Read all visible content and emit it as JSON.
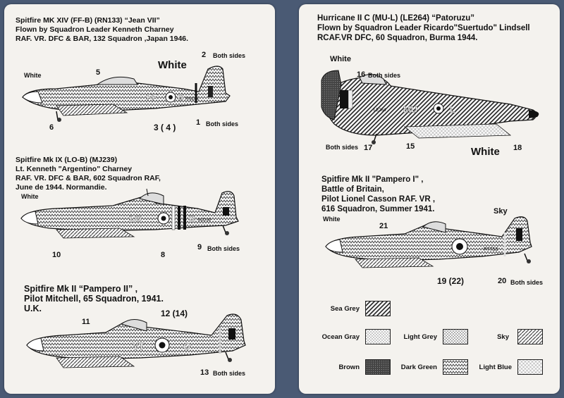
{
  "left_page": {
    "plane1": {
      "title_lines": [
        "Spitfire MK XIV (FF-B) (RN133) “Jean VII”",
        "Flown by Squadron Leader Kenneth Charney",
        "RAF. VR. DFC & BAR, 132 Squadron ,Japan 1946."
      ],
      "labels": {
        "white_nose": "White",
        "white_big": "White",
        "n2": "2",
        "both2": "Both sides",
        "n5": "5",
        "n6": "6",
        "n34": "3  ( 4 )",
        "n1": "1",
        "both1": "Both sides"
      },
      "codes": {
        "squadron": "FF",
        "letter": "B",
        "serial": "RN133"
      }
    },
    "plane2": {
      "title_lines": [
        "Spitfire Mk IX (LO-B) (MJ239)",
        "Lt.  Kenneth \"Argentino\" Charney",
        "RAF. VR. DFC & BAR, 602 Squadron RAF,",
        "June de 1944. Normandie."
      ],
      "labels": {
        "white_nose": "White",
        "n10": "10",
        "n8": "8",
        "n9": "9",
        "both9": "Both sides"
      },
      "codes": {
        "squadron": "LO",
        "letter": "B",
        "serial": "MJ239"
      }
    },
    "plane3": {
      "title_lines": [
        "Spitfire Mk II “Pampero II” ,",
        "Pilot Mitchell, 65 Squadron, 1941.",
        "U.K."
      ],
      "labels": {
        "n11": "11",
        "n1214": "12 (14)",
        "n13": "13",
        "both13": "Both sides"
      },
      "codes": {
        "squadron": "YT",
        "letter": "O"
      }
    }
  },
  "right_page": {
    "plane4": {
      "title_lines": [
        "Hurricane II C (MU-L) (LE264) “Patoruzu”",
        "Flown by Squadron Leader Ricardo\"Suertudo\" Lindsell",
        "RCAF.VR DFC, 60 Squadron, Burma 1944."
      ],
      "labels": {
        "white_top": "White",
        "n16": "16",
        "both16": "Both sides",
        "both17": "Both sides",
        "n17": "17",
        "n15": "15",
        "white_big": "White",
        "n18": "18"
      },
      "codes": {
        "squadron": "MU",
        "letter": "L",
        "serial": "LE264"
      }
    },
    "plane5": {
      "title_lines": [
        "Spitfire Mk II \"Pampero I\" ,",
        "Battle of Britain,",
        "Pilot Lionel Casson RAF. VR ,",
        "616 Squadron, Summer 1941."
      ],
      "labels": {
        "white_nose": "White",
        "n21": "21",
        "sky": "Sky",
        "n1922": "19  (22)",
        "n20": "20",
        "both20": "Both sides"
      },
      "codes": {
        "serial": "P7753"
      }
    },
    "legend": [
      {
        "label": "Sea Grey",
        "pattern": "sea-grey"
      },
      {
        "label": "Ocean Gray",
        "pattern": "ocean-gray"
      },
      {
        "label": "Light Grey",
        "pattern": "light-grey"
      },
      {
        "label": "Sky",
        "pattern": "sky"
      },
      {
        "label": "Brown",
        "pattern": "brown"
      },
      {
        "label": "Dark Green",
        "pattern": "dark-green"
      },
      {
        "label": "Light Blue",
        "pattern": "light-blue"
      }
    ]
  },
  "colors": {
    "page": "#f4f2ee",
    "background": "#4a5a74",
    "roundel_red": "#1a1a1a"
  }
}
